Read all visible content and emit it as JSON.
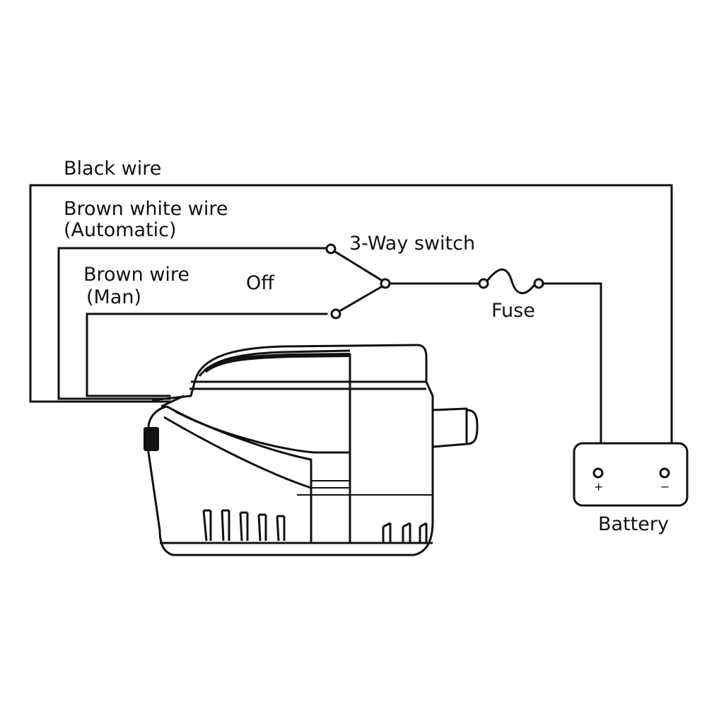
{
  "labels": {
    "black_wire": "Black wire",
    "brown_white_wire": "Brown white wire",
    "automatic": "(Automatic)",
    "switch": "3-Way switch",
    "brown_wire": "Brown wire",
    "man": "(Man)",
    "off": "Off",
    "fuse": "Fuse",
    "battery": "Battery",
    "plus": "+",
    "minus": "−"
  }
}
